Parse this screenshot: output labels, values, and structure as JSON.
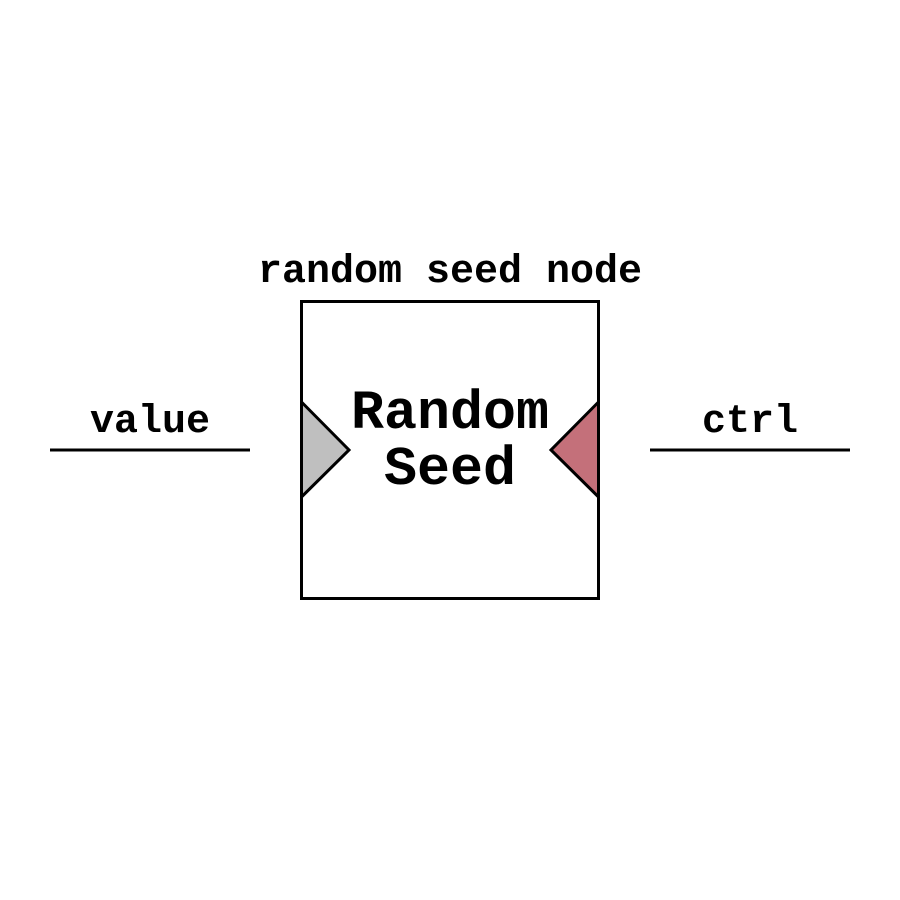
{
  "node": {
    "title": "random seed node",
    "label_line1": "Random",
    "label_line2": "Seed"
  },
  "ports": {
    "input": {
      "label": "value",
      "color": "#bfbfbf"
    },
    "output": {
      "label": "ctrl",
      "color": "#c4707a"
    }
  }
}
